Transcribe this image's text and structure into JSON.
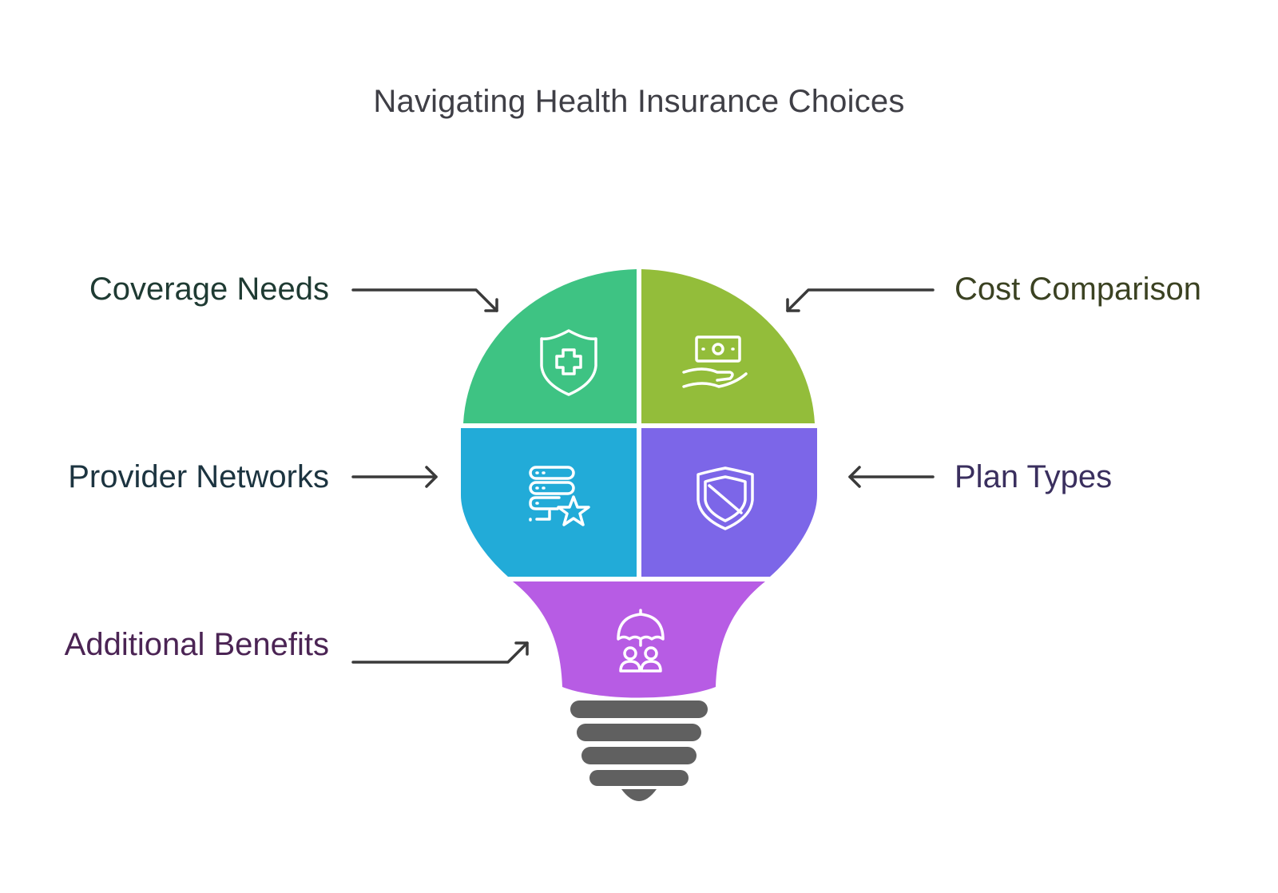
{
  "title": "Navigating Health Insurance Choices",
  "segments": [
    {
      "id": "coverage",
      "label": "Coverage Needs",
      "color": "#3ec383",
      "icon": "shield-plus-icon",
      "side": "left"
    },
    {
      "id": "cost",
      "label": "Cost Comparison",
      "color": "#93bd3a",
      "icon": "money-hand-icon",
      "side": "right"
    },
    {
      "id": "provider",
      "label": "Provider Networks",
      "color": "#22abd8",
      "icon": "server-star-icon",
      "side": "left"
    },
    {
      "id": "plan",
      "label": "Plan Types",
      "color": "#7c66e8",
      "icon": "striped-shield-icon",
      "side": "right"
    },
    {
      "id": "additional",
      "label": "Additional Benefits",
      "color": "#b75ce4",
      "icon": "umbrella-family-icon",
      "side": "left"
    }
  ],
  "colors": {
    "arrow": "#3a3a3a",
    "base": "#606060",
    "background": "#ffffff"
  }
}
